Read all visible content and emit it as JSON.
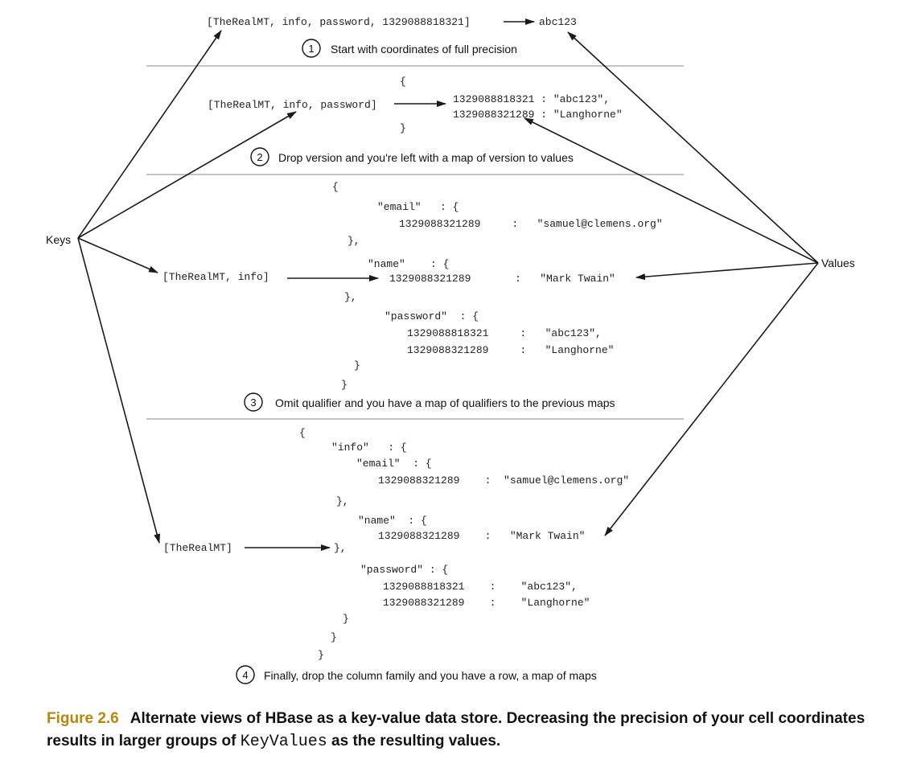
{
  "labels": {
    "keys": "Keys",
    "values": "Values"
  },
  "keys": {
    "full": "[TheRealMT, info, password, 1329088818321]",
    "no_version": "[TheRealMT, info, password]",
    "no_qualifier": "[TheRealMT, info]",
    "row": "[TheRealMT]"
  },
  "value_full": "abc123",
  "steps": [
    {
      "num": "1",
      "text": "Start with coordinates of full precision"
    },
    {
      "num": "2",
      "text": "Drop version and you're left with a map of version to values"
    },
    {
      "num": "3",
      "text": "Omit qualifier and you have a map of qualifiers to the previous maps"
    },
    {
      "num": "4",
      "text": "Finally, drop the column family and you have a row, a map of maps"
    }
  ],
  "block2": [
    "{",
    "1329088818321 : \"abc123\",",
    "1329088321289 : \"Langhorne\"",
    "}"
  ],
  "block3": [
    "{",
    "\"email\"   : {",
    "1329088321289     :   \"samuel@clemens.org\"",
    "},",
    "\"name\"    : {",
    "1329088321289       :   \"Mark Twain\"",
    "},",
    "\"password\"  : {",
    "1329088818321     :   \"abc123\",",
    "1329088321289     :   \"Langhorne\"",
    "}",
    "}"
  ],
  "block4": [
    "{",
    "\"info\"   : {",
    "\"email\"  : {",
    "1329088321289    :  \"samuel@clemens.org\"",
    "},",
    "\"name\"  : {",
    "1329088321289    :   \"Mark Twain\"",
    "},",
    "\"password\" : {",
    "1329088818321    :    \"abc123\",",
    "1329088321289    :    \"Langhorne\"",
    "}",
    "}",
    "}"
  ],
  "caption": {
    "figure": "Figure 2.6",
    "text_before": "Alternate views of HBase as a key-value data store. Decreasing the precision of your cell coordinates results in larger groups of ",
    "code": "KeyValues",
    "text_after": " as the resulting values."
  }
}
